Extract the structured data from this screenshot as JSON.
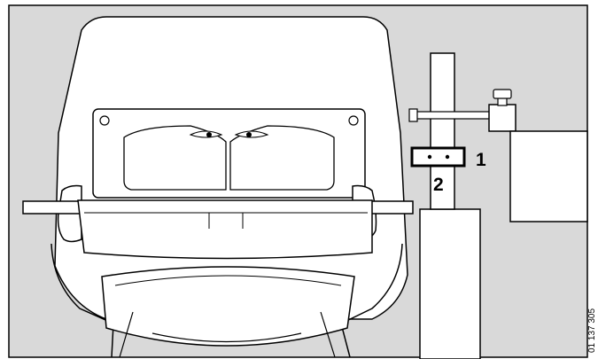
{
  "callouts": {
    "one": "1",
    "two": "2"
  },
  "figure_code": "01 137 305",
  "colors": {
    "background_panel": "#d9d9d9",
    "line": "#000000",
    "fill": "#ffffff"
  }
}
